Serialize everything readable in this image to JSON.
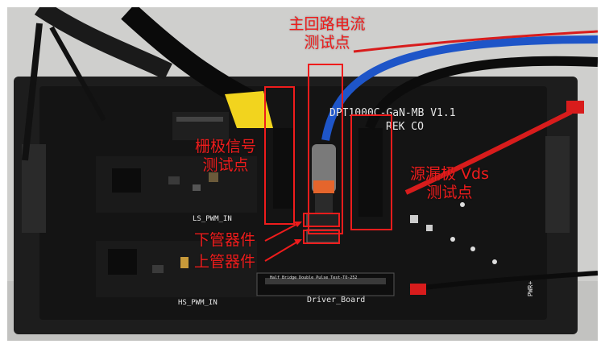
{
  "annotations": {
    "main_current": "主回路电流\n测试点",
    "gate_signal": "栅极信号\n测试点",
    "drain_source": "源漏极 Vds\n测试点",
    "lower_device": "下管器件",
    "upper_device": "上管器件"
  },
  "pcb_silkscreen": {
    "title": "DPT1000C-GaN-MB  V1.1",
    "maker": "REK CO",
    "ls_label": "LS_PWM_IN",
    "hs_label": "HS_PWM_IN",
    "driver_board": "Driver_Board",
    "halfbridge": "Half Bridge Double Pulse Test-TO-252",
    "pwr": "PWR+"
  },
  "colors": {
    "annotation": "#ee1c1c",
    "board": "#151515",
    "tray": "#1c1c1c",
    "background": "#d2d2d0"
  }
}
